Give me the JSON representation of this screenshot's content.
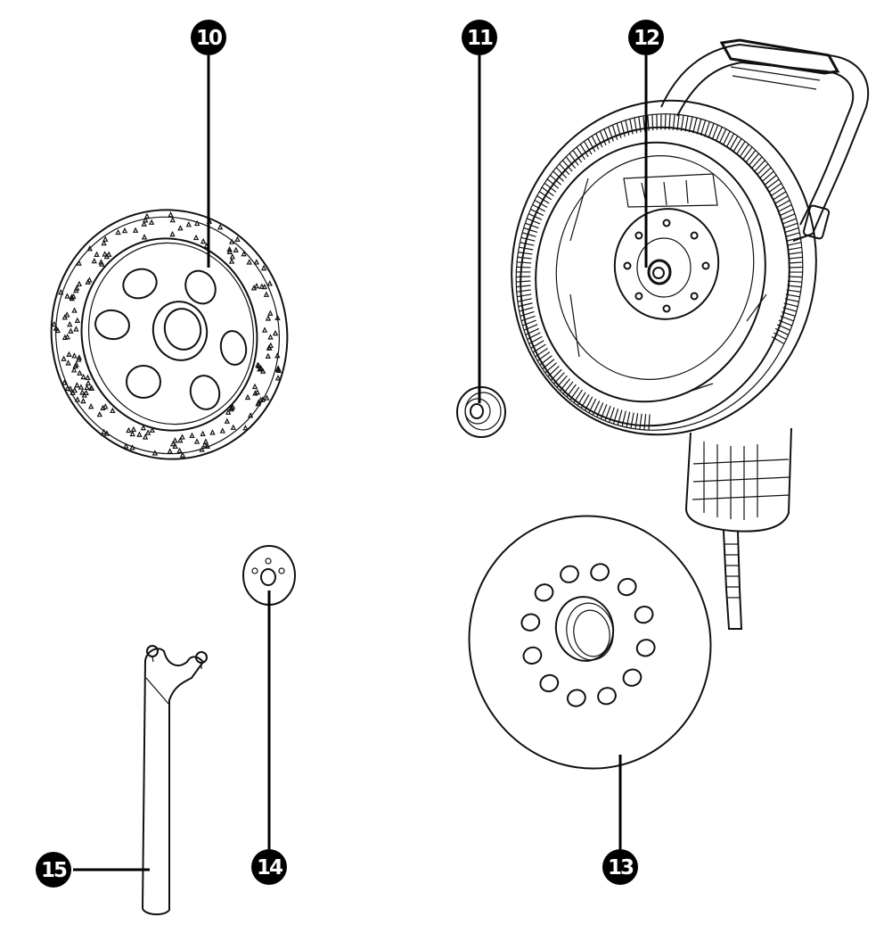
{
  "callouts": {
    "c10": "10",
    "c11": "11",
    "c12": "12",
    "c13": "13",
    "c14": "14",
    "c15": "15"
  },
  "colors": {
    "line": "#111111",
    "background": "#ffffff",
    "callout_fill": "#000000"
  }
}
